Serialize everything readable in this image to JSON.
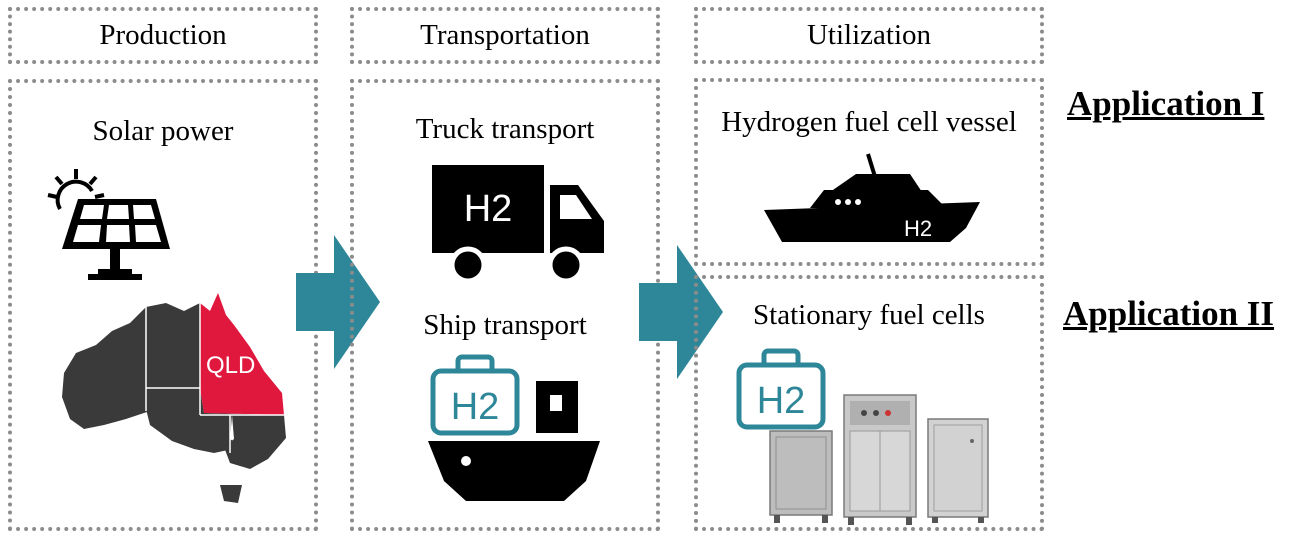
{
  "stages": {
    "production": {
      "header": "Production",
      "item": "Solar power",
      "map_label": "QLD"
    },
    "transportation": {
      "header": "Transportation",
      "truck": "Truck transport",
      "truck_badge": "H2",
      "ship": "Ship transport",
      "ship_badge": "H2"
    },
    "utilization": {
      "header": "Utilization",
      "vessel": "Hydrogen fuel cell vessel",
      "vessel_badge": "H2",
      "stationary": "Stationary fuel cells",
      "stationary_badge": "H2"
    }
  },
  "applications": {
    "first": "Application I",
    "second": "Application II"
  },
  "colors": {
    "arrow": "#2e8799",
    "qld": "#e0183e",
    "australia": "#3a3a3a",
    "h2_container": "#2e8799"
  },
  "icons": [
    "solar-panel-icon",
    "australia-map-icon",
    "truck-icon",
    "ship-icon",
    "h2-container-icon",
    "vessel-icon",
    "fuel-cell-cabinet-icon"
  ]
}
